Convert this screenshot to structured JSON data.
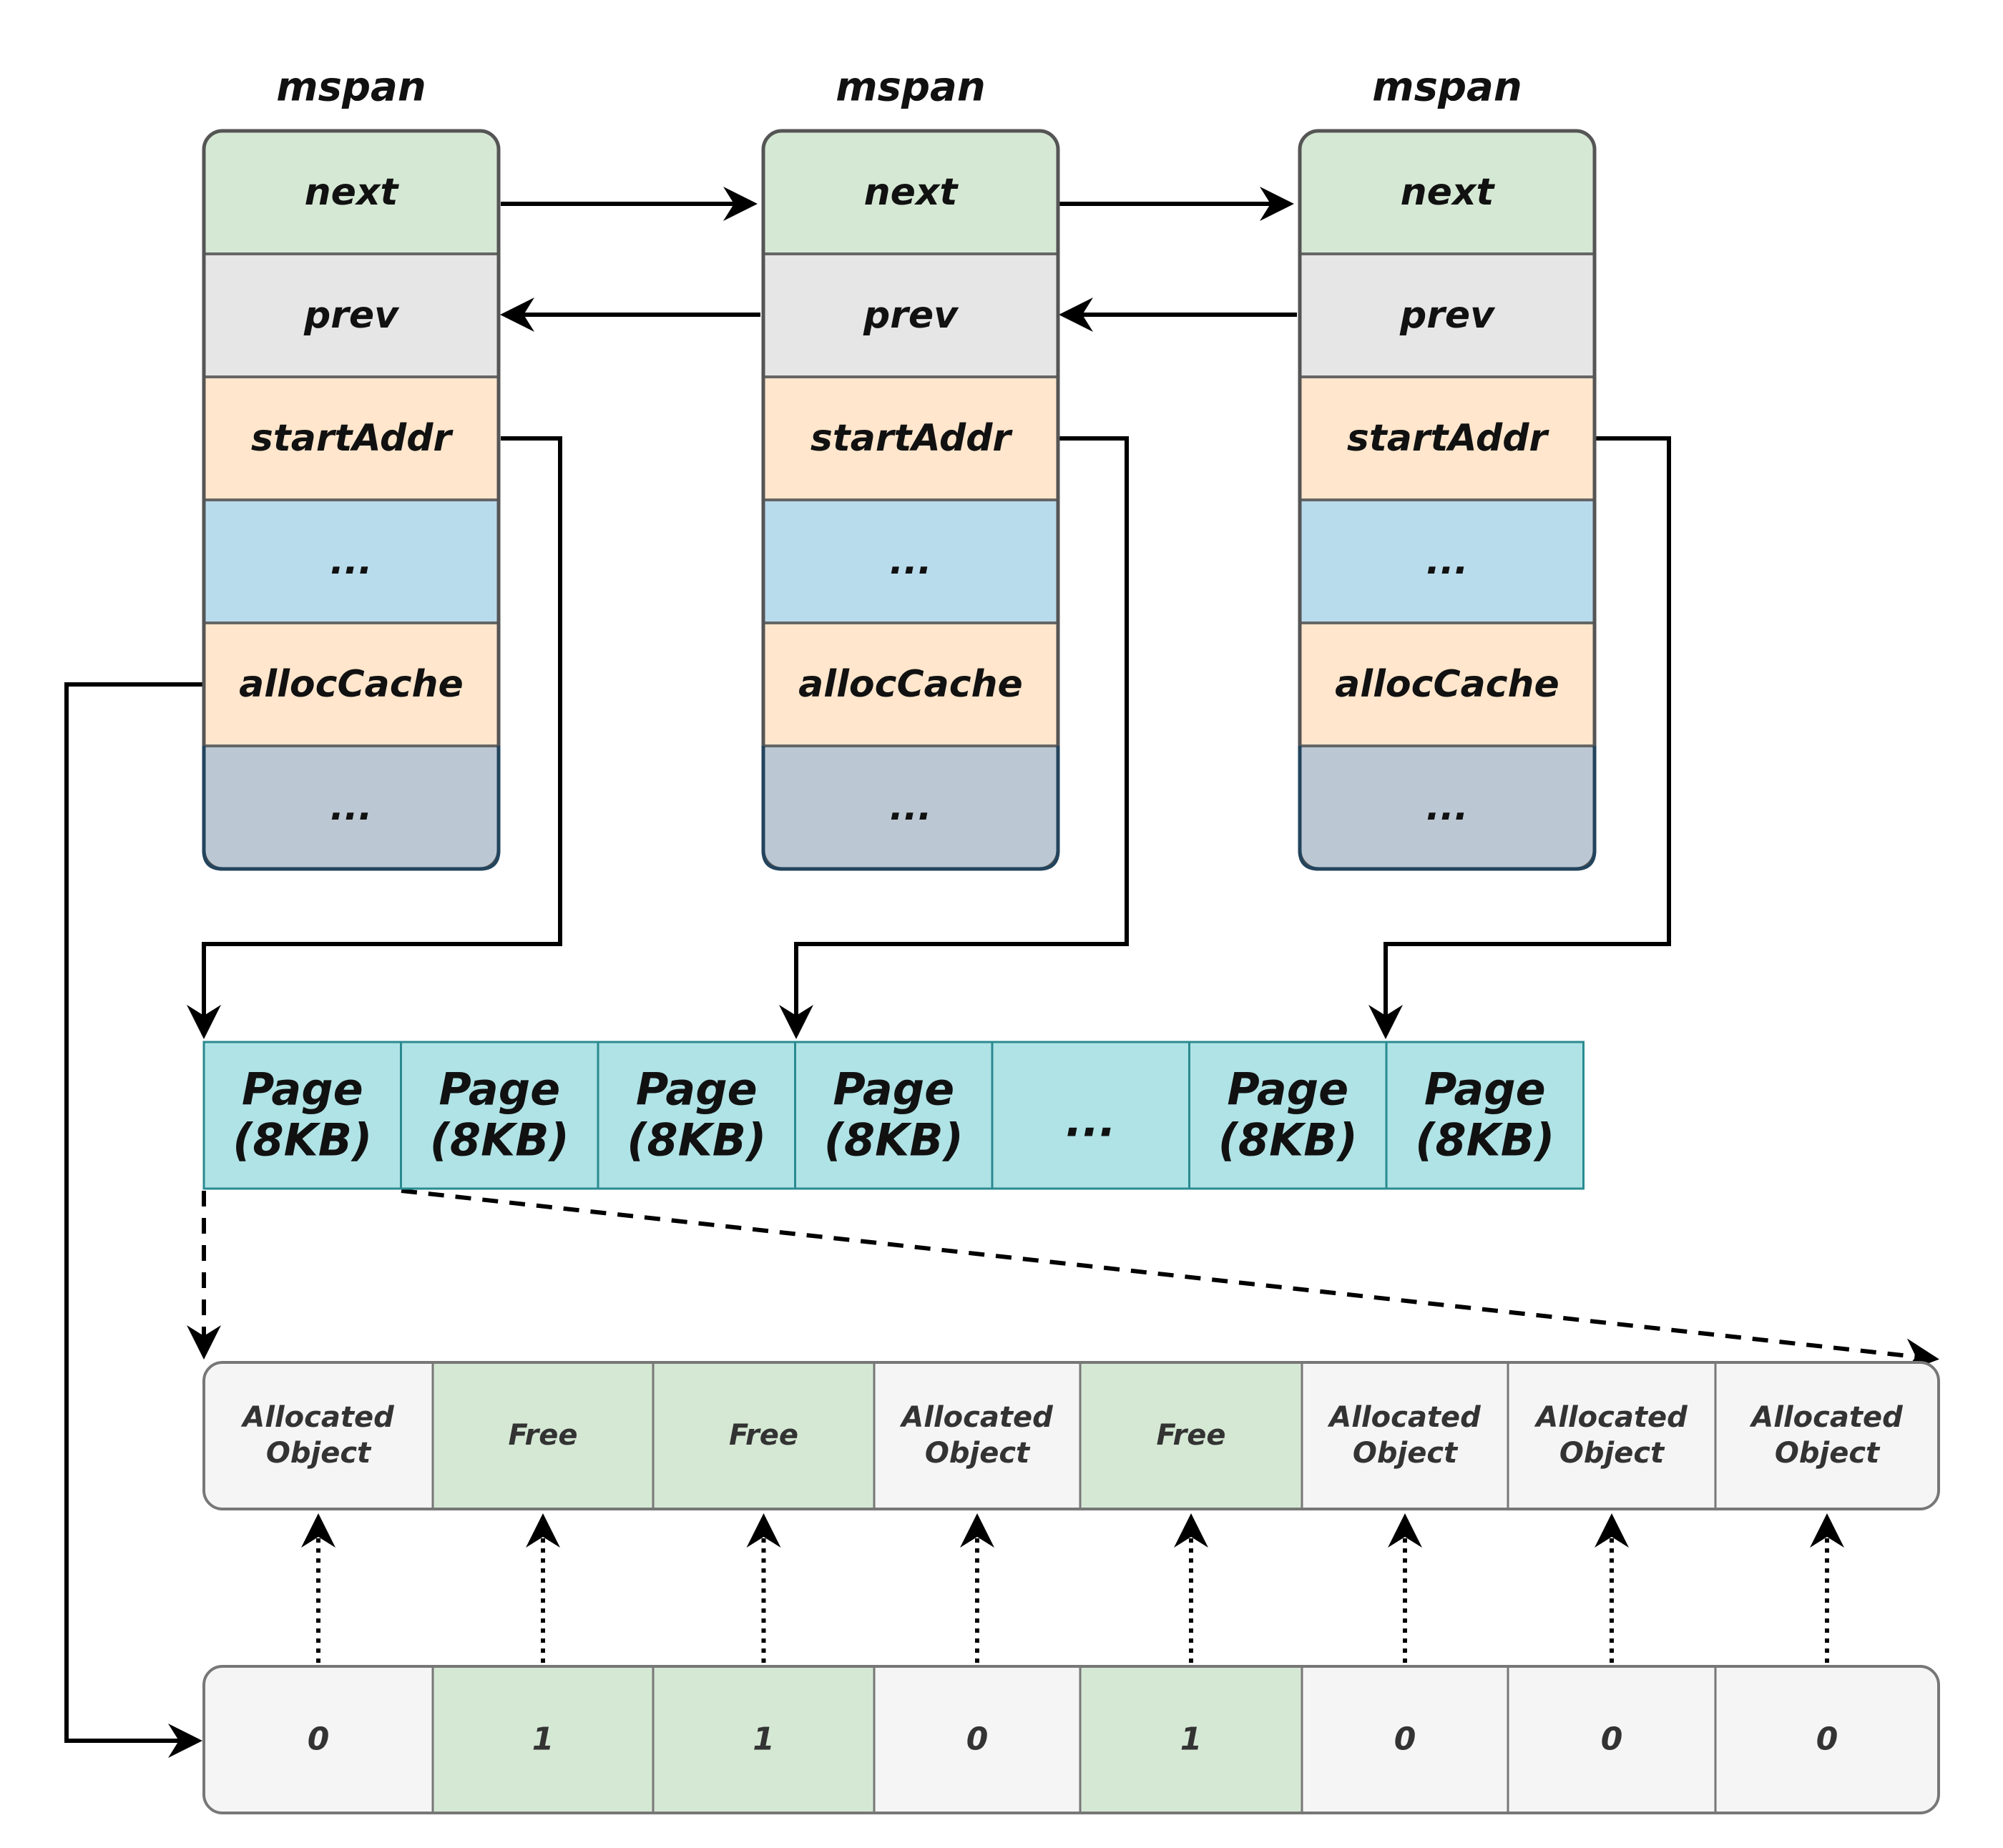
{
  "colors": {
    "next": "#d5e8d4",
    "prev": "#e6e6e6",
    "startAddr": "#ffe6cc",
    "dots": "#b9dcec",
    "allocCache": "#ffe6cc",
    "tail": "#bbc8d3",
    "page": "#b0e3e6",
    "page_border": "#2a8a90",
    "allocated": "#f5f5f5",
    "free": "#d5e8d4",
    "cell_border": "#777777"
  },
  "mspans": [
    {
      "title": "mspan",
      "fields": [
        "next",
        "prev",
        "startAddr",
        "...",
        "allocCache",
        "..."
      ]
    },
    {
      "title": "mspan",
      "fields": [
        "next",
        "prev",
        "startAddr",
        "...",
        "allocCache",
        "..."
      ]
    },
    {
      "title": "mspan",
      "fields": [
        "next",
        "prev",
        "startAddr",
        "...",
        "allocCache",
        "..."
      ]
    }
  ],
  "pages": [
    {
      "line1": "Page",
      "line2": "(8KB)"
    },
    {
      "line1": "Page",
      "line2": "(8KB)"
    },
    {
      "line1": "Page",
      "line2": "(8KB)"
    },
    {
      "line1": "Page",
      "line2": "(8KB)"
    },
    {
      "line1": "...",
      "line2": ""
    },
    {
      "line1": "Page",
      "line2": "(8KB)"
    },
    {
      "line1": "Page",
      "line2": "(8KB)"
    }
  ],
  "objects": [
    {
      "line1": "Allocated",
      "line2": "Object",
      "state": "allocated"
    },
    {
      "line1": "Free",
      "line2": "",
      "state": "free"
    },
    {
      "line1": "Free",
      "line2": "",
      "state": "free"
    },
    {
      "line1": "Allocated",
      "line2": "Object",
      "state": "allocated"
    },
    {
      "line1": "Free",
      "line2": "",
      "state": "free"
    },
    {
      "line1": "Allocated",
      "line2": "Object",
      "state": "allocated"
    },
    {
      "line1": "Allocated",
      "line2": "Object",
      "state": "allocated"
    },
    {
      "line1": "Allocated",
      "line2": "Object",
      "state": "allocated"
    }
  ],
  "bits": [
    "0",
    "1",
    "1",
    "0",
    "1",
    "0",
    "0",
    "0"
  ]
}
